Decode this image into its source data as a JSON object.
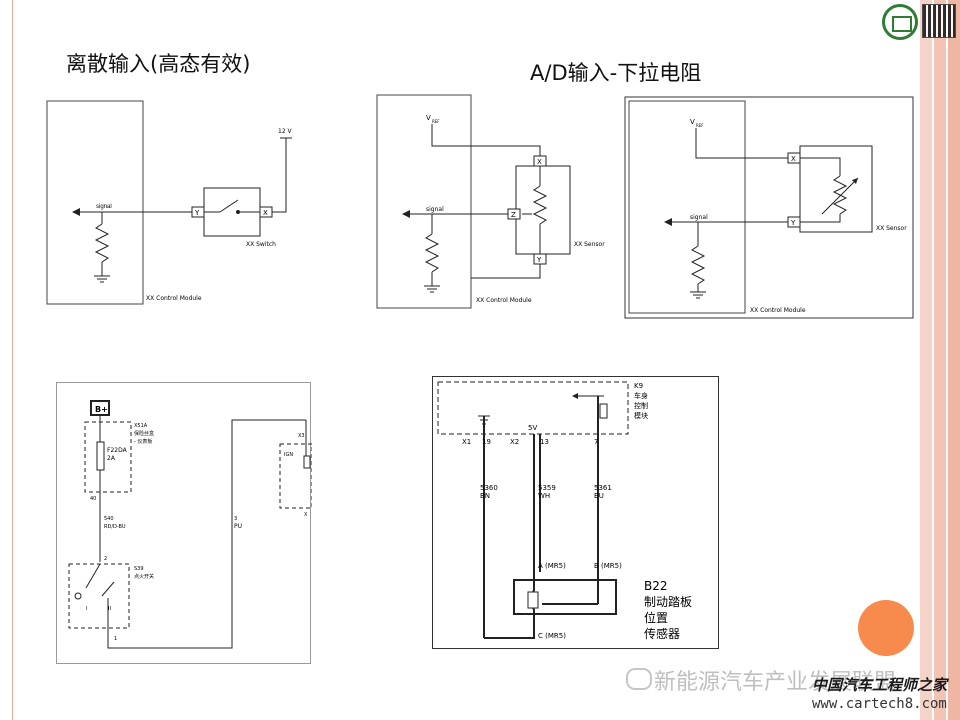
{
  "titles": {
    "discrete": "离散输入(高态有效)",
    "ad": "A/D输入-下拉电阻"
  },
  "diagram1": {
    "signal": "signal",
    "voltage": "12 V",
    "pin_y": "Y",
    "pin_x": "X",
    "switch_label": "XX Switch",
    "module_label": "XX Control Module"
  },
  "diagram2": {
    "vref": "V",
    "vref_sub": "REF",
    "signal": "signal",
    "pin_x": "X",
    "pin_z": "Z",
    "pin_y": "Y",
    "sensor_label": "XX Sensor",
    "module_label": "XX Control Module"
  },
  "diagram3": {
    "vref": "V",
    "vref_sub": "REF",
    "signal": "signal",
    "pin_x": "X",
    "pin_y": "Y",
    "sensor_label": "XX Sensor",
    "module_label": "XX Control Module"
  },
  "diagram4": {
    "battery": "B+",
    "fuse_block_id": "X51A",
    "fuse_block_name_1": "保险丝盒",
    "fuse_block_name_2": "- 仪表板",
    "fuse_id": "F22DA",
    "fuse_rating": "2A",
    "pin_40": "40",
    "wire_540": "540",
    "wire_540_color": "RD/D-BU",
    "pin_2": "2",
    "switch_id": "S39",
    "switch_name": "点火开关",
    "pin_i": "I",
    "pin_ii": "II",
    "pin_1": "1",
    "wire_3": "3",
    "wire_3_color": "PU",
    "conn_x3": "X3",
    "ign": "IGN",
    "conn_x": "X"
  },
  "diagram5": {
    "module_id": "K9",
    "module_name_1": "车身",
    "module_name_2": "控制",
    "module_name_3": "模块",
    "x1": "X1",
    "pin_19": "19",
    "x2": "X2",
    "pin_13": "13",
    "pin_7": "7",
    "supply": "5V",
    "wire1_num": "5360",
    "wire1_color": "BN",
    "wire2_num": "5359",
    "wire2_color": "WH",
    "wire3_num": "5361",
    "wire3_color": "BU",
    "term_a": "A (MR5)",
    "term_b": "B (MR5)",
    "term_c": "C (MR5)",
    "sensor_id": "B22",
    "sensor_name_1": "制动踏板",
    "sensor_name_2": "位置",
    "sensor_name_3": "传感器"
  },
  "watermark": {
    "wechat": "新能源汽车产业发展联盟",
    "site_cn": "中国汽车工程师之家",
    "site_url": "www.cartech8.com"
  },
  "colors": {
    "accent_orange": "#f78b4d",
    "frame_pink": "#f3c3b4",
    "logo_green": "#2e7d32"
  }
}
